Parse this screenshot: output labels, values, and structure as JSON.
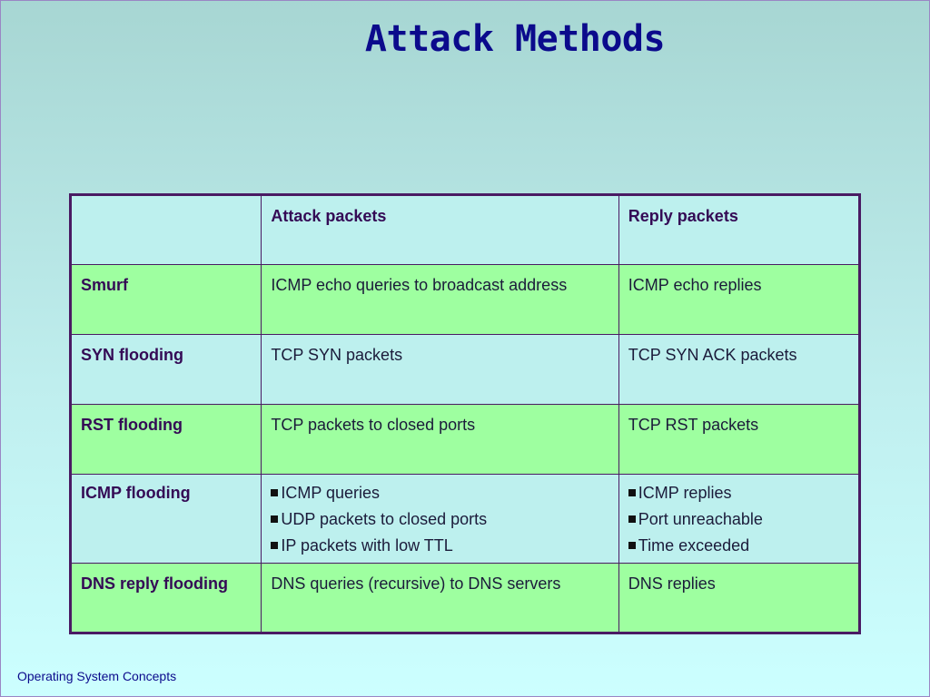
{
  "slide": {
    "title": "Attack Methods",
    "footer": "Operating System Concepts"
  },
  "table": {
    "headers": [
      "",
      "Attack packets",
      "Reply packets"
    ],
    "rows": [
      {
        "method": "Smurf",
        "attack": "ICMP echo queries to broadcast address",
        "reply": "ICMP echo replies"
      },
      {
        "method": "SYN flooding",
        "attack": "TCP SYN packets",
        "reply": "TCP SYN ACK packets"
      },
      {
        "method": "RST flooding",
        "attack": "TCP packets to closed ports",
        "reply": "TCP RST packets"
      },
      {
        "method": "ICMP flooding",
        "attack_items": [
          "ICMP queries",
          "UDP packets to closed ports",
          "IP packets with low TTL"
        ],
        "reply_items": [
          "ICMP replies",
          "Port unreachable",
          "Time exceeded"
        ]
      },
      {
        "method": "DNS reply flooding",
        "attack": "DNS queries (recursive) to DNS servers",
        "reply": "DNS replies"
      }
    ]
  },
  "colors": {
    "title": "#0b0a8c",
    "border": "#4a1a63",
    "green_row": "#9effa0",
    "blue_row": "#bdf0ee"
  },
  "icons": {
    "bullet": "square-bullet-icon"
  }
}
